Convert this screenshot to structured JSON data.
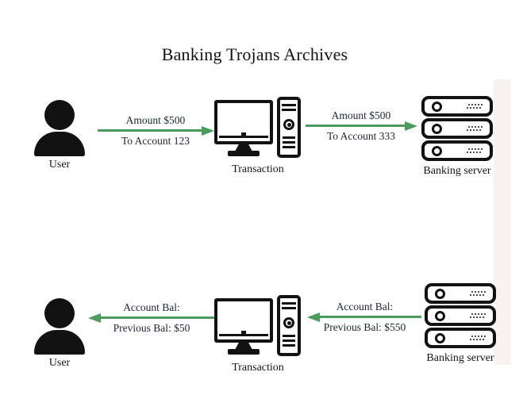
{
  "title": "Banking Trojans Archives",
  "colors": {
    "arrow_green": "#4a9c5c",
    "icon_black": "#121212",
    "side_strip": "#f9f3f0"
  },
  "diagram": {
    "top_flow": {
      "user": {
        "label": "User"
      },
      "transaction": {
        "label": "Transaction"
      },
      "server": {
        "label": "Banking server"
      },
      "user_to_transaction": {
        "direction": "right",
        "line1": "Amount $500",
        "line2": "To Account 123"
      },
      "transaction_to_server": {
        "direction": "right",
        "line1": "Amount $500",
        "line2": "To Account 333"
      }
    },
    "bottom_flow": {
      "user": {
        "label": "User"
      },
      "transaction": {
        "label": "Transaction"
      },
      "server": {
        "label": "Banking server"
      },
      "transaction_to_user": {
        "direction": "left",
        "line1": "Account Bal:",
        "line2": "Previous Bal: $50"
      },
      "server_to_transaction": {
        "direction": "left",
        "line1": "Account Bal:",
        "line2": "Previous Bal: $550"
      }
    }
  }
}
